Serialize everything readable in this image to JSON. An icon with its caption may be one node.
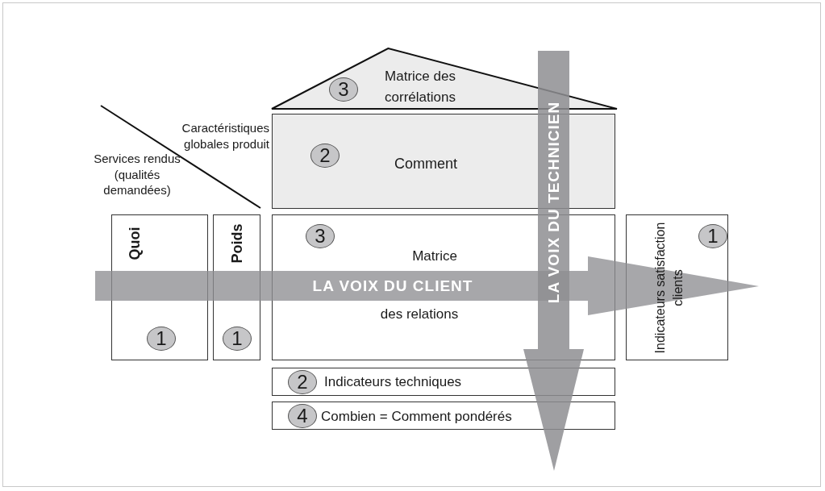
{
  "diagram": {
    "nodes": [
      {
        "text": [
          "3",
          "Matrice des corrélations"
        ]
      },
      {
        "text": [
          "2",
          "Comment"
        ]
      },
      {
        "text": [
          "Quoi",
          "1"
        ]
      },
      {
        "text": [
          "Poids",
          "1"
        ]
      },
      {
        "text": [
          "3",
          "Matrice",
          "des relations"
        ]
      },
      {
        "text": [
          "Indicateurs satisfaction clients",
          "1"
        ]
      },
      {
        "text": [
          "2",
          "Indicateurs techniques"
        ]
      },
      {
        "text": [
          "4",
          "Combien = Comment pondérés"
        ]
      }
    ],
    "labels": [
      "Caractéristiques globales produit",
      "Services rendus (qualités demandées)",
      "LA VOIX DU TECHNICIEN",
      "LA VOIX DU CLIENT"
    ]
  }
}
